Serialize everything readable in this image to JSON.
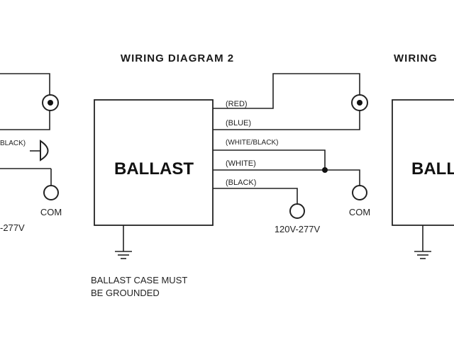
{
  "titles": {
    "center": "WIRING DIAGRAM 2",
    "right_partial": "WIRING"
  },
  "left": {
    "wire_black": "BLACK)",
    "voltage": "-277V",
    "com": "COM"
  },
  "center": {
    "ballast": "BALLAST",
    "wires": {
      "red": "(RED)",
      "blue": "(BLUE)",
      "white_black": "(WHITE/BLACK)",
      "white": "(WHITE)",
      "black": "(BLACK)"
    },
    "voltage": "120V-277V",
    "com": "COM",
    "note_line1": "BALLAST CASE MUST",
    "note_line2": "BE GROUNDED"
  },
  "right": {
    "ballast": "BALL"
  }
}
